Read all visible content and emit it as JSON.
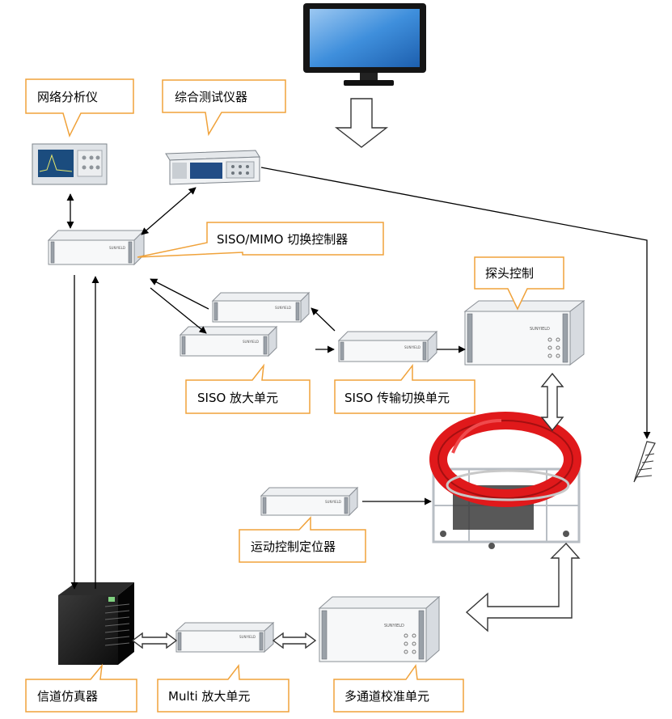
{
  "labels": {
    "network_analyzer": "网络分析仪",
    "integrated_tester": "综合测试仪器",
    "siso_mimo_switch": "SISO/MIMO 切换控制器",
    "probe_control": "探头控制",
    "siso_amplifier": "SISO 放大单元",
    "siso_transfer_switch": "SISO 传输切换单元",
    "motion_positioner": "运动控制定位器",
    "channel_emulator": "信道仿真器",
    "multi_amplifier": "Multi  放大单元",
    "multichannel_calibration": "多通道校准单元"
  },
  "device_brand": "SUNYIELD",
  "colors": {
    "callout_border": "#f0a23a",
    "chamber_red": "#e0191b",
    "monitor_blue": "#2f7fd6"
  }
}
